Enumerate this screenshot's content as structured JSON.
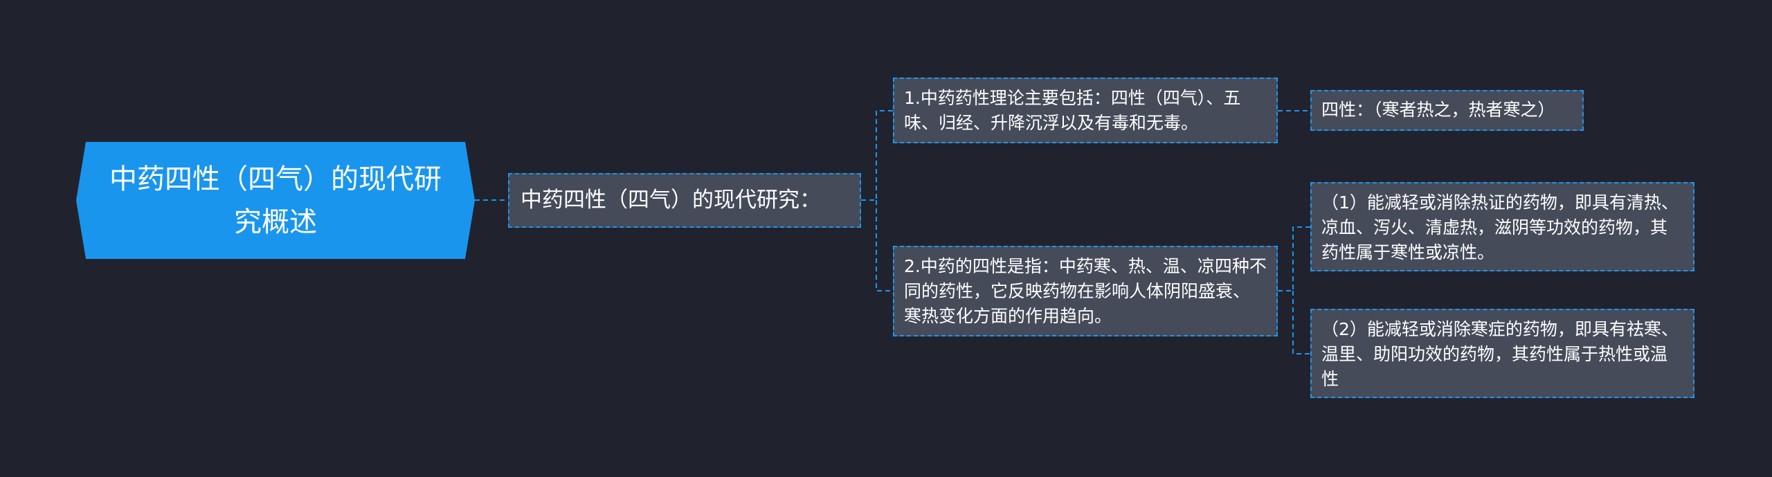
{
  "mindmap": {
    "root": "中药四性（四气）的现代研究概述",
    "level1": "中药四性（四气）的现代研究：",
    "branch_a": {
      "text": "1.中药药性理论主要包括：四性（四气）、五味、归经、升降沉浮以及有毒和无毒。",
      "children": [
        "四性：（寒者热之，热者寒之）"
      ]
    },
    "branch_b": {
      "text": "2.中药的四性是指：中药寒、热、温、凉四种不同的药性，它反映药物在影响人体阴阳盛衰、寒热变化方面的作用趋向。",
      "children": [
        "（1）能减轻或消除热证的药物，即具有清热、凉血、泻火、清虚热，滋阴等功效的药物，其药性属于寒性或凉性。",
        "（2）能减轻或消除寒症的药物，即具有祛寒、温里、助阳功效的药物，其药性属于热性或温性"
      ]
    }
  },
  "colors": {
    "background": "#20232e",
    "root_fill": "#1a95ee",
    "node_fill": "#454b59",
    "connector": "#1f95f0",
    "text": "#ffffff"
  }
}
